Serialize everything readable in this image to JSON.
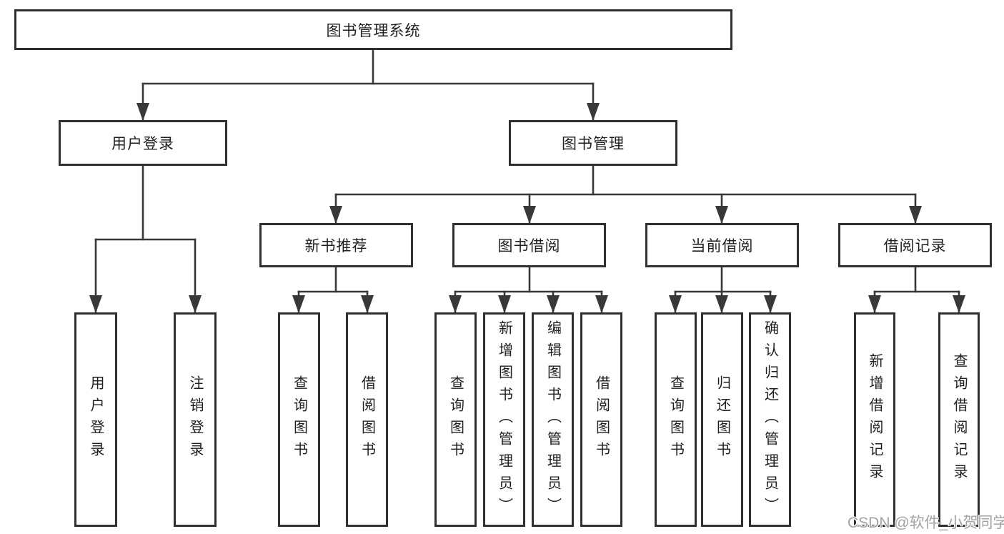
{
  "diagram": {
    "root": {
      "label": "图书管理系统"
    },
    "branches": [
      {
        "label": "用户登录",
        "children": [
          {
            "label": "用户登录"
          },
          {
            "label": "注销登录"
          }
        ]
      },
      {
        "label": "图书管理",
        "children": [
          {
            "label": "新书推荐",
            "children": [
              {
                "label": "查询图书"
              },
              {
                "label": "借阅图书"
              }
            ]
          },
          {
            "label": "图书借阅",
            "children": [
              {
                "label": "查询图书"
              },
              {
                "label": "新增图书（管理员）"
              },
              {
                "label": "编辑图书（管理员）"
              },
              {
                "label": "借阅图书"
              }
            ]
          },
          {
            "label": "当前借阅",
            "children": [
              {
                "label": "查询图书"
              },
              {
                "label": "归还图书"
              },
              {
                "label": "确认归还（管理员）"
              }
            ]
          },
          {
            "label": "借阅记录",
            "children": [
              {
                "label": "新增借阅记录"
              },
              {
                "label": "查询借阅记录"
              }
            ]
          }
        ]
      }
    ],
    "colors": {
      "line": "#383838",
      "box_border": "#303030",
      "box_background": "#ffffff",
      "text": "#1f1f1f",
      "watermark": "#a3a3a3"
    }
  },
  "watermark": {
    "text": "CSDN @软件_小贺同学"
  }
}
